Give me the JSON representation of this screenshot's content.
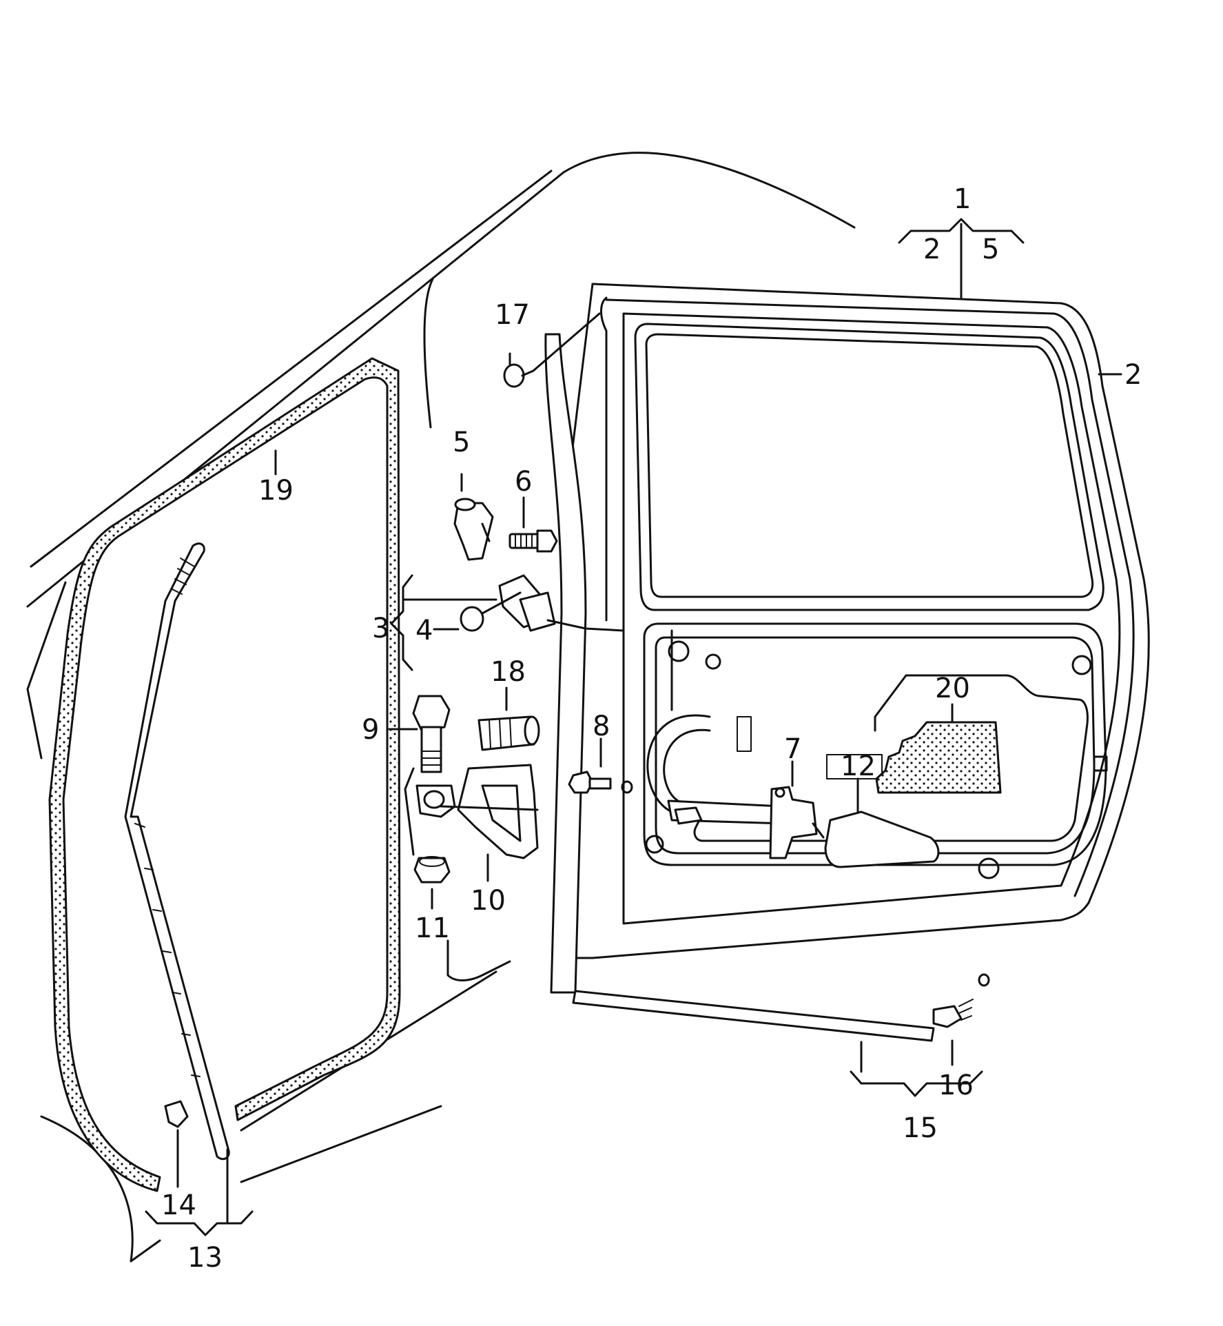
{
  "diagram": {
    "callouts": [
      {
        "id": "1",
        "label": "1"
      },
      {
        "id": "1-sub-2",
        "label": "2"
      },
      {
        "id": "1-sub-5",
        "label": "5"
      },
      {
        "id": "2",
        "label": "2"
      },
      {
        "id": "3",
        "label": "3"
      },
      {
        "id": "4",
        "label": "4"
      },
      {
        "id": "5",
        "label": "5"
      },
      {
        "id": "6",
        "label": "6"
      },
      {
        "id": "7",
        "label": "7"
      },
      {
        "id": "8",
        "label": "8"
      },
      {
        "id": "9",
        "label": "9"
      },
      {
        "id": "10",
        "label": "10"
      },
      {
        "id": "11",
        "label": "11"
      },
      {
        "id": "12",
        "label": "12"
      },
      {
        "id": "13",
        "label": "13"
      },
      {
        "id": "14",
        "label": "14"
      },
      {
        "id": "15",
        "label": "15"
      },
      {
        "id": "16",
        "label": "16"
      },
      {
        "id": "17",
        "label": "17"
      },
      {
        "id": "18",
        "label": "18"
      },
      {
        "id": "19",
        "label": "19"
      },
      {
        "id": "20",
        "label": "20"
      }
    ]
  }
}
